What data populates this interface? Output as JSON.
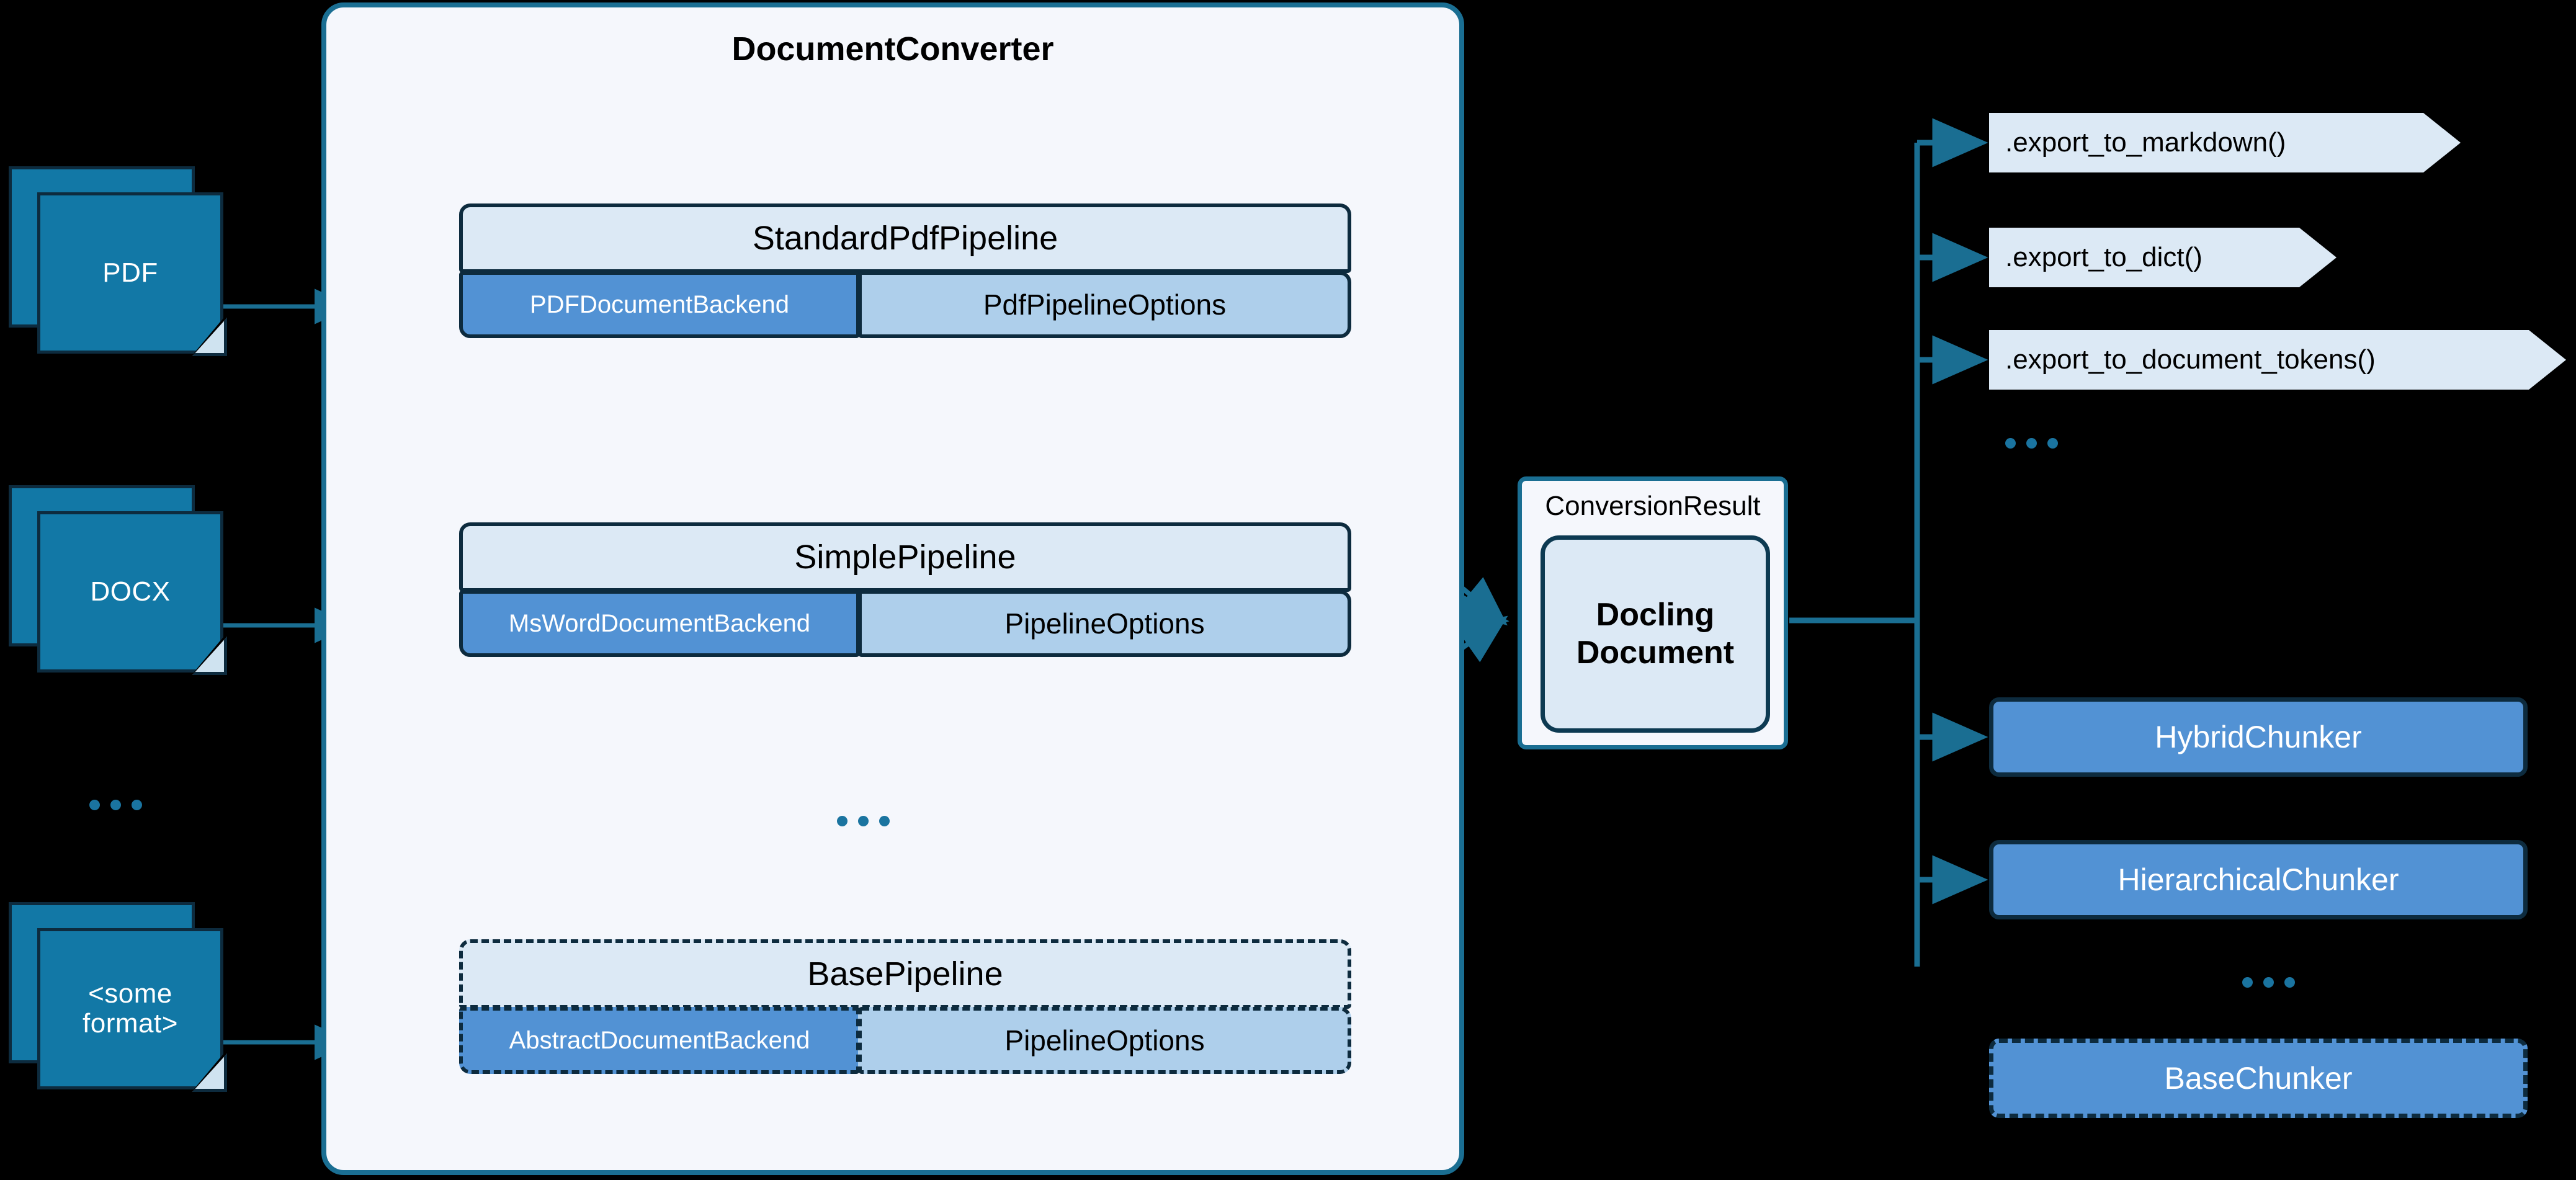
{
  "diagram": {
    "title": "Docling DocumentConverter architecture",
    "colors": {
      "background": "#000000",
      "converter_fill": "#f5f7fc",
      "converter_border": "#1a6e92",
      "pipeline_header_fill": "#dce9f5",
      "backend_fill": "#5292d4",
      "options_fill": "#aecfeb",
      "node_border": "#0d2b3e",
      "doc_icon_fill": "#1278a6",
      "connector": "#1a6e92",
      "ellipsis": "#1a74a0"
    }
  },
  "inputs": {
    "ellipsis": "...",
    "documents": [
      {
        "label": "PDF",
        "icon": "document-stack-icon"
      },
      {
        "label": "DOCX",
        "icon": "document-stack-icon"
      },
      {
        "label": "<some\nformat>",
        "line1": "<some",
        "line2": "format>",
        "icon": "document-stack-icon"
      }
    ]
  },
  "converter": {
    "title": "DocumentConverter",
    "ellipsis": "...",
    "pipelines": [
      {
        "name": "StandardPdfPipeline",
        "backend": "PDFDocumentBackend",
        "options": "PdfPipelineOptions",
        "style": "solid"
      },
      {
        "name": "SimplePipeline",
        "backend": "MsWordDocumentBackend",
        "options": "PipelineOptions",
        "style": "solid"
      },
      {
        "name": "BasePipeline",
        "backend": "AbstractDocumentBackend",
        "options": "PipelineOptions",
        "style": "dashed"
      }
    ]
  },
  "result": {
    "title": "ConversionResult",
    "document_line1": "Docling",
    "document_line2": "Document"
  },
  "exports": {
    "ellipsis": "...",
    "methods": [
      {
        "label": ".export_to_markdown()"
      },
      {
        "label": ".export_to_dict()"
      },
      {
        "label": ".export_to_document_tokens()"
      }
    ]
  },
  "chunkers": {
    "ellipsis": "...",
    "items": [
      {
        "label": "HybridChunker",
        "style": "solid"
      },
      {
        "label": "HierarchicalChunker",
        "style": "solid"
      },
      {
        "label": "BaseChunker",
        "style": "dashed"
      }
    ]
  }
}
